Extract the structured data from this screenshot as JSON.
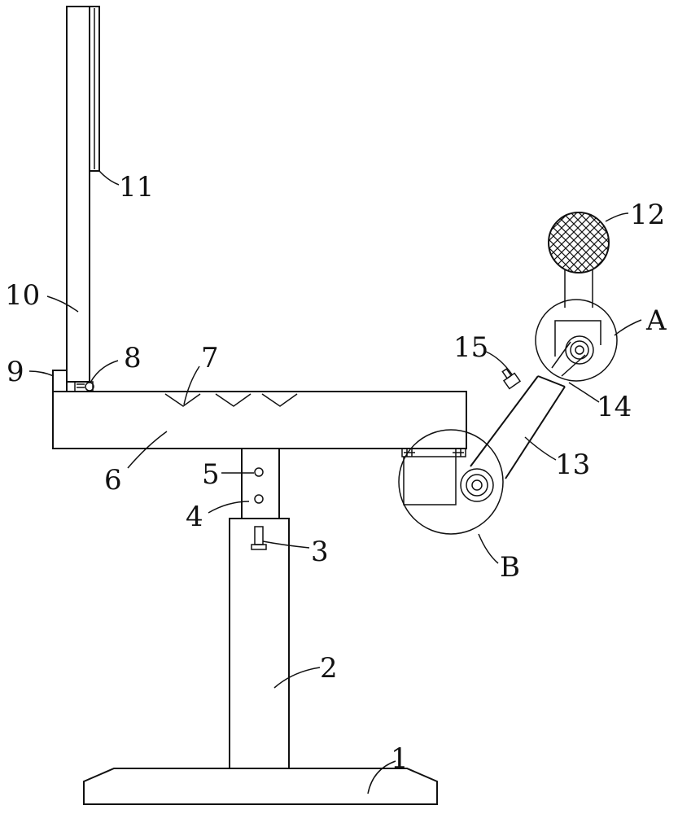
{
  "labels": {
    "p1": "1",
    "p2": "2",
    "p3": "3",
    "p4": "4",
    "p5": "5",
    "p6": "6",
    "p7": "7",
    "p8": "8",
    "p9": "9",
    "p10": "10",
    "p11": "11",
    "p12": "12",
    "p13": "13",
    "p14": "14",
    "p15": "15",
    "detailA": "A",
    "detailB": "B"
  }
}
